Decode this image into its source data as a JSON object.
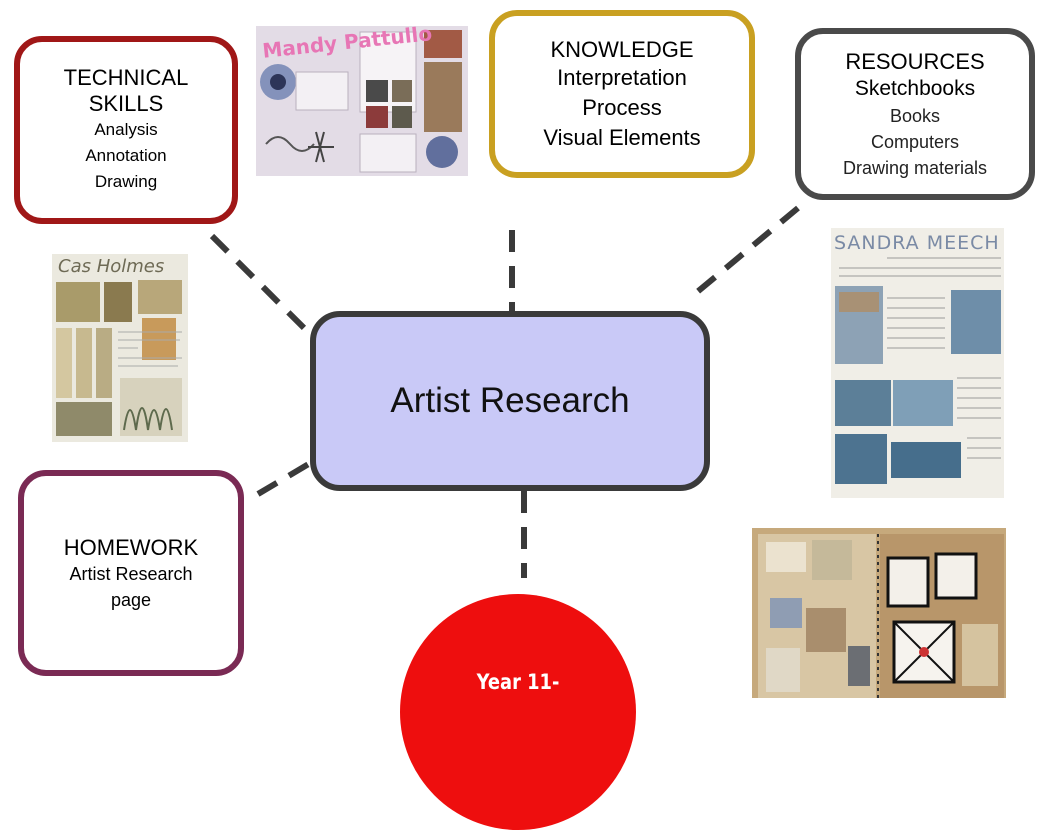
{
  "center": {
    "title": "Artist Research"
  },
  "technical_skills": {
    "heading_1": "TECHNICAL",
    "heading_2": "SKILLS",
    "items": [
      "Analysis",
      "Annotation",
      "Drawing"
    ],
    "border_color": "#a01717"
  },
  "knowledge": {
    "heading": "KNOWLEDGE",
    "items": [
      "Interpretation",
      "Process",
      "Visual Elements"
    ],
    "border_color": "#c9a021"
  },
  "resources": {
    "heading": "RESOURCES",
    "items": [
      "Sketchbooks",
      "Books",
      "Computers",
      "Drawing materials"
    ],
    "border_color": "#4a4a4a"
  },
  "homework": {
    "heading": "HOMEWORK",
    "items": [
      "Artist Research",
      "page"
    ],
    "border_color": "#7a2a54"
  },
  "photos": {
    "mandy": {
      "title": "Mandy Pattullo"
    },
    "cas": {
      "title": "Cas Holmes"
    },
    "sandra": {
      "title": "SANDRA MEECH"
    },
    "sketchbook": {
      "icon": "sketchbook-collage-photo"
    }
  },
  "footer": {
    "year_label": "Year 11-",
    "circle_color": "#ee0e0e"
  },
  "center_fill": "#c9c9f7"
}
